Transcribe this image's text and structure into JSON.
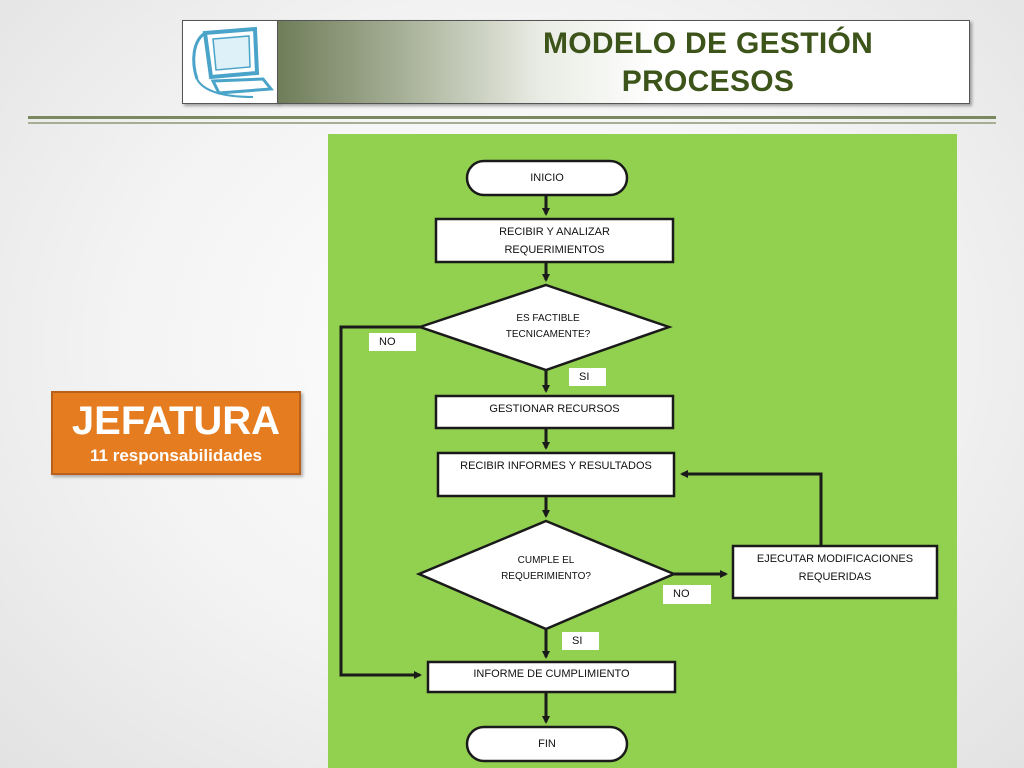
{
  "header": {
    "title_line1": "MODELO DE GESTIÓN",
    "title_line2": "PROCESOS",
    "logo_icon": "computer-monitor-icon"
  },
  "role_badge": {
    "title": "JEFATURA",
    "subtitle": "11 responsabilidades"
  },
  "flowchart": {
    "nodes": {
      "start": "INICIO",
      "receive_requirements_l1": "RECIBIR  Y ANALIZAR",
      "receive_requirements_l2": "REQUERIMIENTOS",
      "feasible_l1": "ES FACTIBLE",
      "feasible_l2": "TECNICAMENTE?",
      "manage_resources": "GESTIONAR RECURSOS",
      "receive_reports": "RECIBIR INFORMES Y RESULTADOS",
      "meets_l1": "CUMPLE EL",
      "meets_l2": "REQUERIMIENTO?",
      "execute_changes_l1": "EJECUTAR MODIFICACIONES",
      "execute_changes_l2": "REQUERIDAS",
      "compliance_report": "INFORME DE CUMPLIMIENTO",
      "end": "FIN"
    },
    "edge_labels": {
      "feasible_no": "NO",
      "feasible_yes": "SI",
      "meets_no": "NO",
      "meets_yes": "SI"
    },
    "colors": {
      "background": "#92d050",
      "node_fill": "#ffffff",
      "stroke": "#1a1a1a"
    }
  },
  "colors": {
    "title_text": "#3c5419",
    "badge_fill": "#e57c20"
  }
}
